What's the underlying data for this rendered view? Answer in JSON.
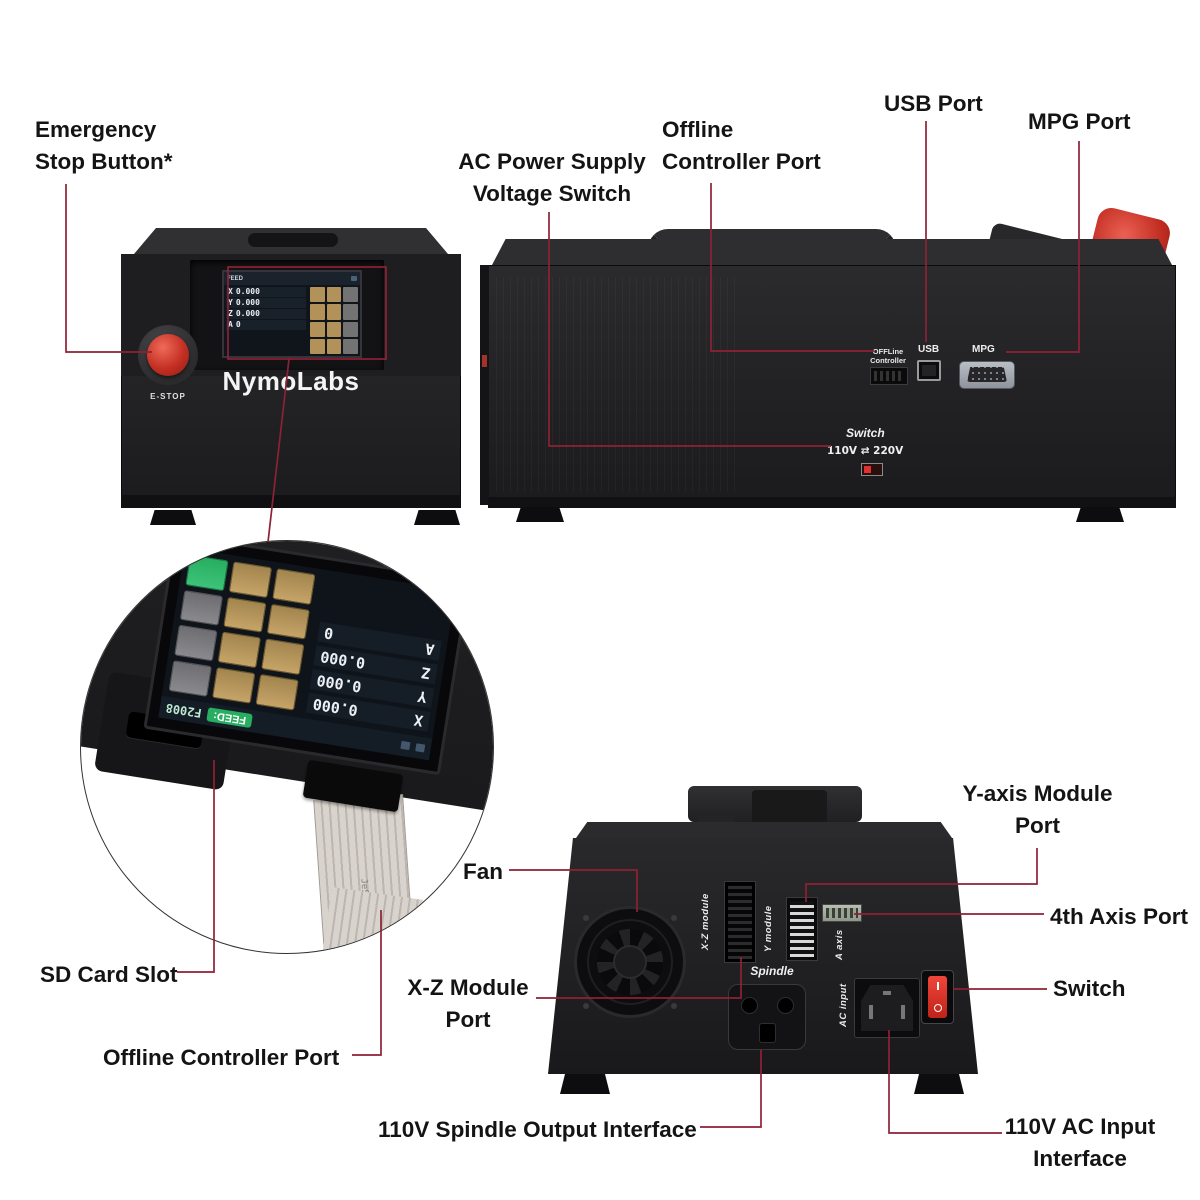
{
  "colors": {
    "callout_line": "#8d2136",
    "device_body": "#222224",
    "estop_red": "#c42f23",
    "rocker_red": "#e03030",
    "keypad_tan": "#b3925a",
    "feed_green": "#27ae60"
  },
  "callouts": {
    "emergency_stop": "Emergency\nStop Button*",
    "ac_power": "AC Power Supply\nVoltage Switch",
    "offline_controller_top": "Offline\nController Port",
    "usb_port": "USB Port",
    "mpg_port": "MPG Port",
    "fan": "Fan",
    "sd_card": "SD Card Slot",
    "offline_controller_bottom": "Offline  Controller Port",
    "xz_module": "X-Z Module\nPort",
    "spindle_output": "110V Spindle Output Interface",
    "y_axis_module": "Y-axis Module\nPort",
    "fourth_axis": "4th Axis Port",
    "switch": "Switch",
    "ac_input": "110V AC Input\nInterface"
  },
  "front": {
    "brand": "NymoLabs",
    "estop": "E-STOP",
    "screen": {
      "feed": "FEED",
      "rows": [
        {
          "axis": "X",
          "value": "0.000"
        },
        {
          "axis": "Y",
          "value": "0.000"
        },
        {
          "axis": "Z",
          "value": "0.000"
        },
        {
          "axis": "A",
          "value": "0"
        }
      ]
    }
  },
  "side": {
    "offline_label": "OFFLine\nController",
    "usb_label": "USB",
    "mpg_label": "MPG",
    "switch_label": "Switch",
    "voltage_label": "110V ⇄ 220V"
  },
  "back": {
    "xz_label": "X-Z module",
    "y_label": "Y module",
    "a_label": "A axis",
    "spindle_label": "Spindle",
    "ac_label": "AC input"
  },
  "inset": {
    "screen": {
      "feed": "FEED:",
      "feed_value": "F2008",
      "rows": [
        {
          "axis": "X",
          "value": "0.000"
        },
        {
          "axis": "Y",
          "value": "0.000"
        },
        {
          "axis": "Z",
          "value": "0.000"
        },
        {
          "axis": "A",
          "value": "0"
        }
      ]
    },
    "cable_print": "JeS01"
  }
}
